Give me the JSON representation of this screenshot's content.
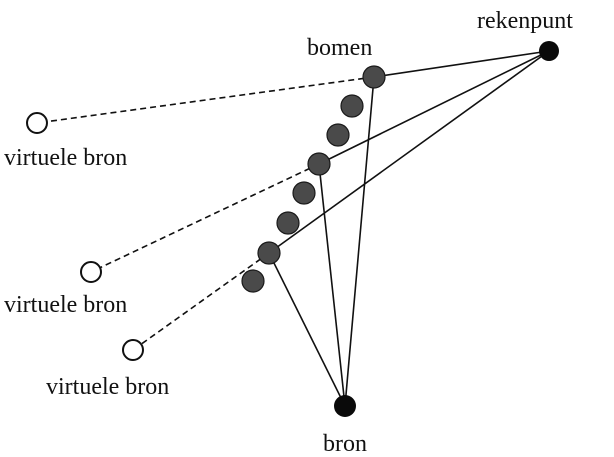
{
  "labels": {
    "receiver": "rekenpunt",
    "trees": "bomen",
    "source": "bron",
    "virtual_source_1": "virtuele bron",
    "virtual_source_2": "virtuele bron",
    "virtual_source_3": "virtuele bron"
  },
  "colors": {
    "line": "#111111",
    "tree_fill": "#4a4a4a",
    "point": "#0a0a0a",
    "virtual_source_fill": "#ffffff"
  }
}
